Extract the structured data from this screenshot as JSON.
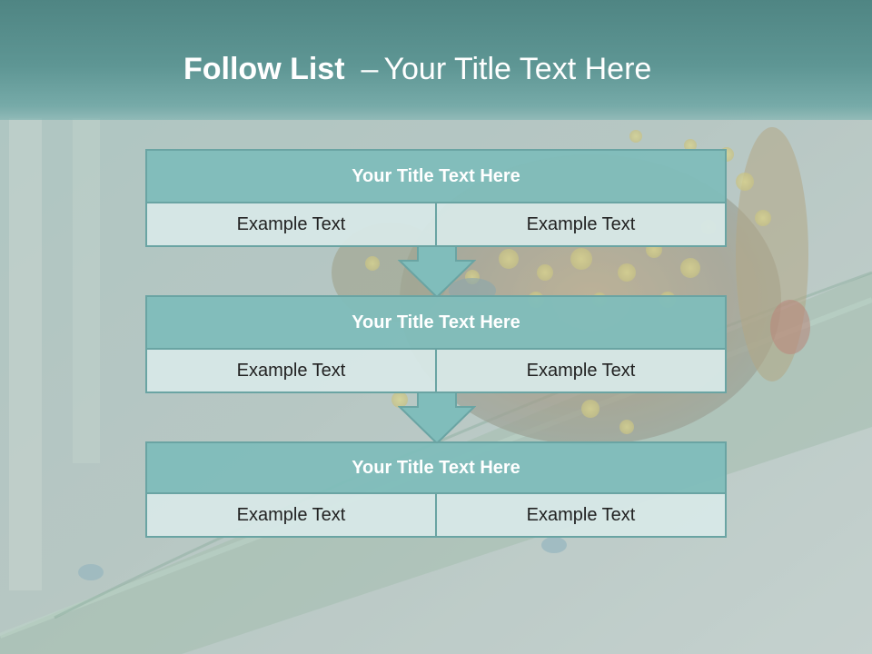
{
  "slide": {
    "title_bold": "Follow List",
    "title_separator": "–",
    "title_rest": "Your Title Text Here",
    "background_icon": "tree-frog-photo-icon"
  },
  "colors": {
    "accent": "#80bdbb",
    "border": "#6aa4a3",
    "cell": "#d7e8e7",
    "title_band": "#5e9694"
  },
  "blocks": [
    {
      "title": "Your Title Text Here",
      "left": "Example Text",
      "right": "Example Text"
    },
    {
      "title": "Your Title Text Here",
      "left": "Example Text",
      "right": "Example Text"
    },
    {
      "title": "Your Title Text Here",
      "left": "Example Text",
      "right": "Example Text"
    }
  ],
  "arrows": [
    {
      "icon": "down-arrow-icon"
    },
    {
      "icon": "down-arrow-icon"
    }
  ]
}
